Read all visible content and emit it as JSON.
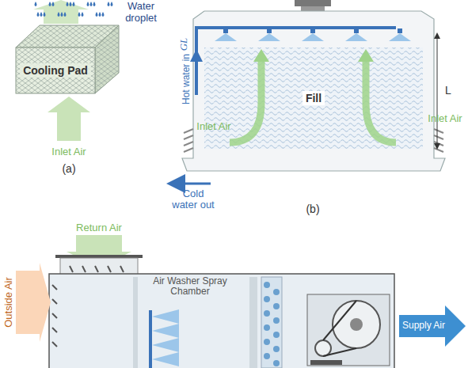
{
  "diagram": {
    "nodes": [
      {
        "text": [
          "Cooling Pad"
        ]
      },
      {
        "text": [
          "Fill"
        ]
      }
    ],
    "labels": [
      "Water droplet",
      "Inlet Air",
      "(a)",
      "GL",
      "Hot water in",
      "L",
      "Inlet Air",
      "Inlet Air",
      "Cold water out",
      "(b)",
      "Return Air",
      "Air Washer Spray Chamber",
      "Outside Air",
      "Supply Air"
    ]
  }
}
